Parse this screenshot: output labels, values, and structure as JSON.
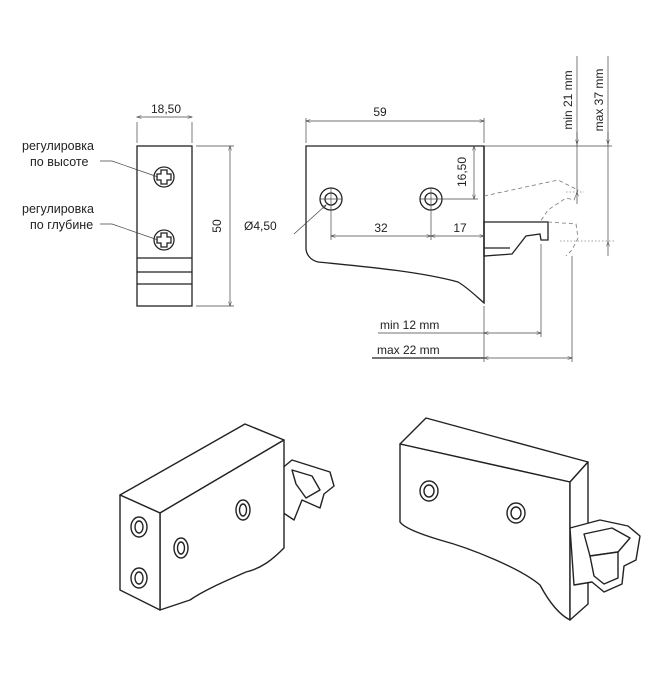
{
  "front_view": {
    "width_dim": "18,50",
    "height_dim": "50",
    "label_height_adjust_1": "регулировка",
    "label_height_adjust_2": "по высоте",
    "label_depth_adjust_1": "регулировка",
    "label_depth_adjust_2": "по глубине"
  },
  "side_view": {
    "length_dim": "59",
    "hole_diameter": "Ø4,50",
    "hole_spacing": "32",
    "hole_height": "16,50",
    "hook_offset": "17",
    "min_height": "min 21 mm",
    "max_height": "max 37 mm",
    "min_depth": "min 12 mm",
    "max_depth": "max 22 mm"
  },
  "colors": {
    "line": "#222222",
    "background": "#ffffff"
  }
}
